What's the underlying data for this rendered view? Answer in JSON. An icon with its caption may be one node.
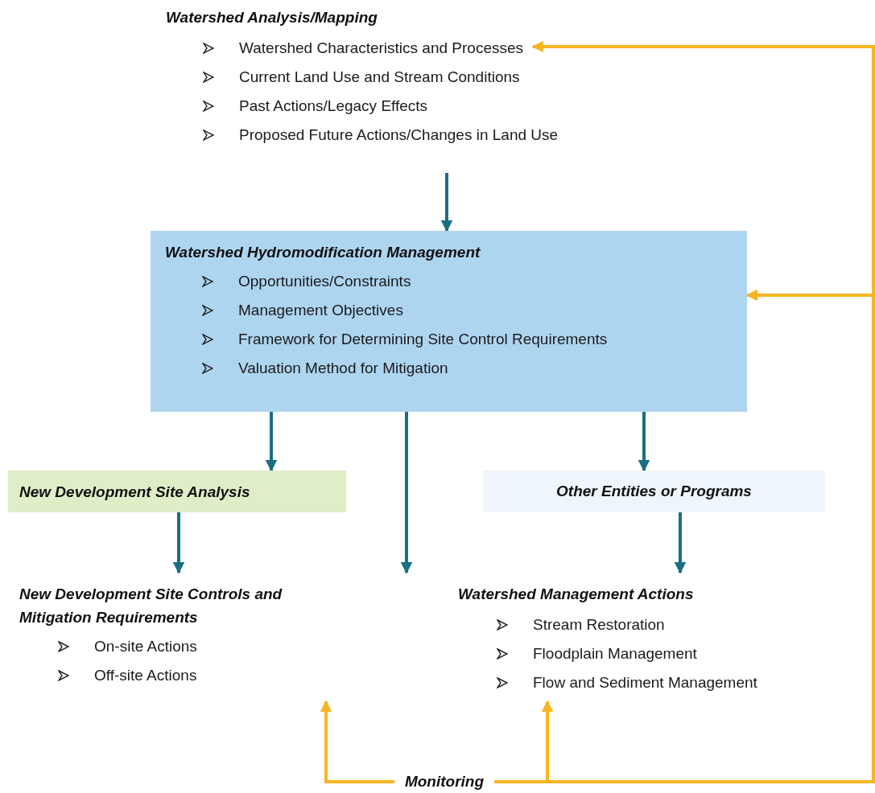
{
  "diagram": {
    "nodes": [
      {
        "text": [
          "Watershed Analysis/Mapping",
          "Watershed Characteristics and Processes",
          "Current Land Use and Stream Conditions",
          "Past Actions/Legacy Effects",
          "Proposed Future Actions/Changes in Land Use"
        ]
      },
      {
        "text": [
          "Watershed Hydromodification Management",
          "Opportunities/Constraints",
          "Management Objectives",
          "Framework for Determining Site Control Requirements",
          "Valuation Method for Mitigation"
        ]
      },
      {
        "text": [
          "New Development Site Analysis"
        ]
      },
      {
        "text": [
          "Other Entities or Programs"
        ]
      },
      {
        "text": [
          "New Development Site Controls and Mitigation Requirements",
          "On-site Actions",
          "Off-site Actions"
        ]
      },
      {
        "text": [
          "Watershed Management Actions",
          "Stream Restoration",
          "Floodplain Management",
          "Flow and Sediment Management"
        ]
      },
      {
        "text": [
          "Monitoring"
        ]
      }
    ],
    "edges": [
      {
        "from": 0,
        "to": 1,
        "arrow": "to"
      },
      {
        "from": 1,
        "to": 2,
        "arrow": "to"
      },
      {
        "from": 1,
        "to": null,
        "arrow": "to"
      },
      {
        "from": 1,
        "to": 3,
        "arrow": "to"
      },
      {
        "from": 2,
        "to": 4,
        "arrow": "to"
      },
      {
        "from": 3,
        "to": 5,
        "arrow": "to"
      },
      {
        "from": 6,
        "to": 4,
        "arrow": "to",
        "color": "#f7b521"
      },
      {
        "from": 6,
        "to": 5,
        "arrow": "to",
        "color": "#f7b521"
      },
      {
        "from": 6,
        "to": 0,
        "arrow": "to",
        "color": "#f7b521"
      },
      {
        "from": 6,
        "to": 1,
        "arrow": "to",
        "color": "#f7b521"
      }
    ]
  }
}
